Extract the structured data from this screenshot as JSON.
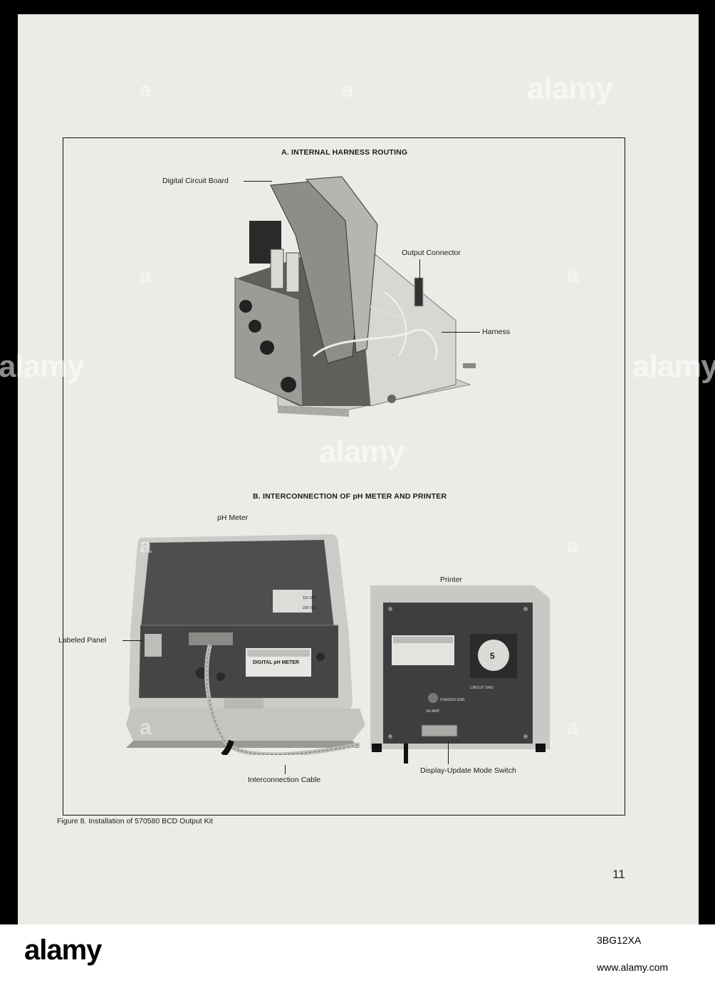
{
  "section_a": {
    "title": "A. INTERNAL HARNESS ROUTING"
  },
  "section_b": {
    "title": "B. INTERCONNECTION OF pH METER AND PRINTER"
  },
  "labels": {
    "digital_circuit_board": "Digital Circuit Board",
    "output_connector": "Output Connector",
    "harness": "Harness",
    "ph_meter": "pH Meter",
    "printer": "Printer",
    "labeled_panel": "Labeled Panel",
    "interconnection_cable": "Interconnection Cable",
    "display_update_switch": "Display-Update Mode Switch"
  },
  "caption": "Figure 8.  Installation of 570580 BCD Output Kit",
  "page_number": "11",
  "device_text": {
    "meter_plate_title": "DIGITAL pH METER",
    "voltage_115": "115 VAC",
    "voltage_230": "230 VAC",
    "printer_dial": "5",
    "circuit_gnd": "CIRCUIT GND",
    "chassis_gnd": "CHASSIS GND",
    "amp": "3/4 AMP"
  },
  "watermark": {
    "brand": "alamy",
    "image_id": "3BG12XA",
    "url": "www.alamy.com"
  },
  "colors": {
    "page": "#ecebe6",
    "background": "#000000",
    "ink": "#1a1a1a"
  }
}
